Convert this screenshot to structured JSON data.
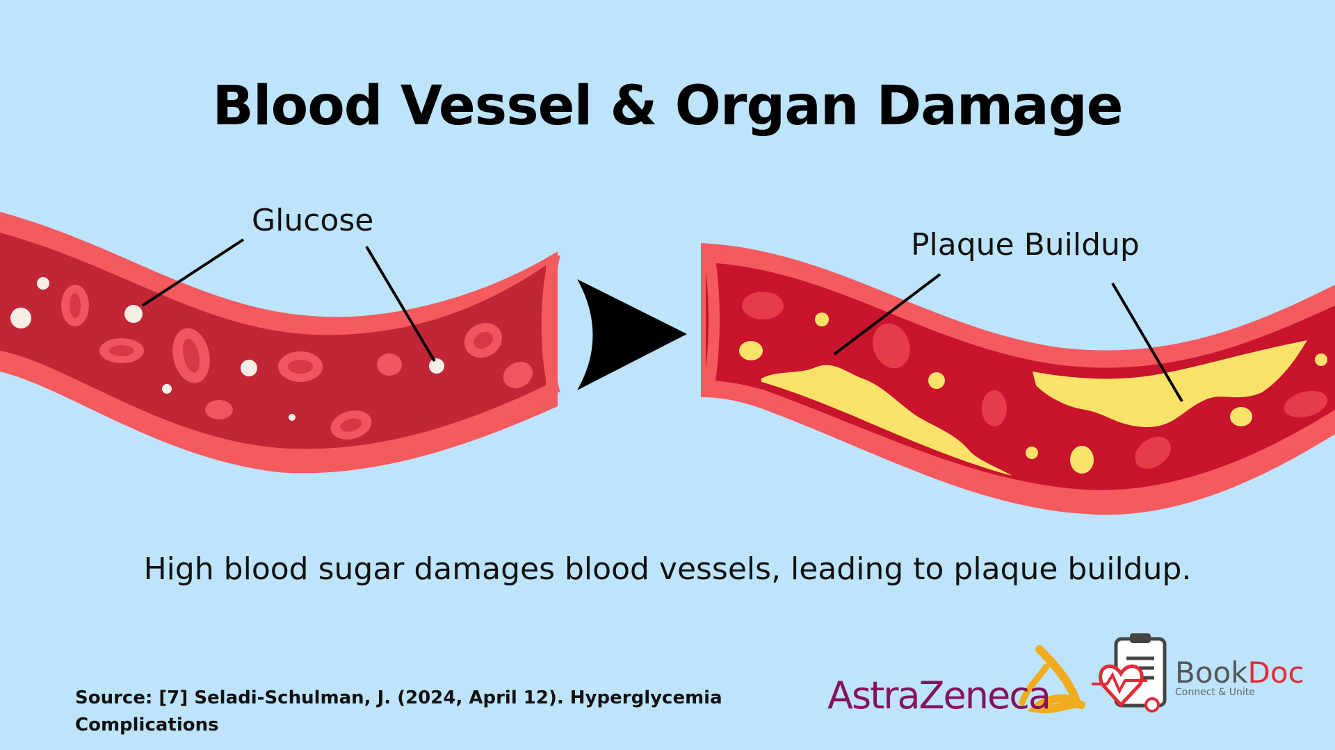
{
  "title": "Blood Vessel & Organ Damage",
  "labels": {
    "glucose": "Glucose",
    "plaque": "Plaque Buildup"
  },
  "caption": "High blood sugar damages blood vessels, leading to plaque buildup.",
  "source_line1": "Source: [7] Seladi-Schulman, J. (2024, April 12). Hyperglycemia",
  "source_line2": "Complications",
  "logos": {
    "astrazeneca": "AstraZeneca",
    "bookdoc_book": "Book",
    "bookdoc_doc": "Doc",
    "bookdoc_tagline": "Connect & Unite"
  },
  "colors": {
    "background": "#bde4fb",
    "vessel_wall": "#f55a5e",
    "vessel_inside_healthy": "#c22535",
    "vessel_inside_damaged": "#c9142e",
    "plaque": "#fbe36a",
    "astrazeneca": "#85125f",
    "bookdoc_red": "#e22b35"
  }
}
